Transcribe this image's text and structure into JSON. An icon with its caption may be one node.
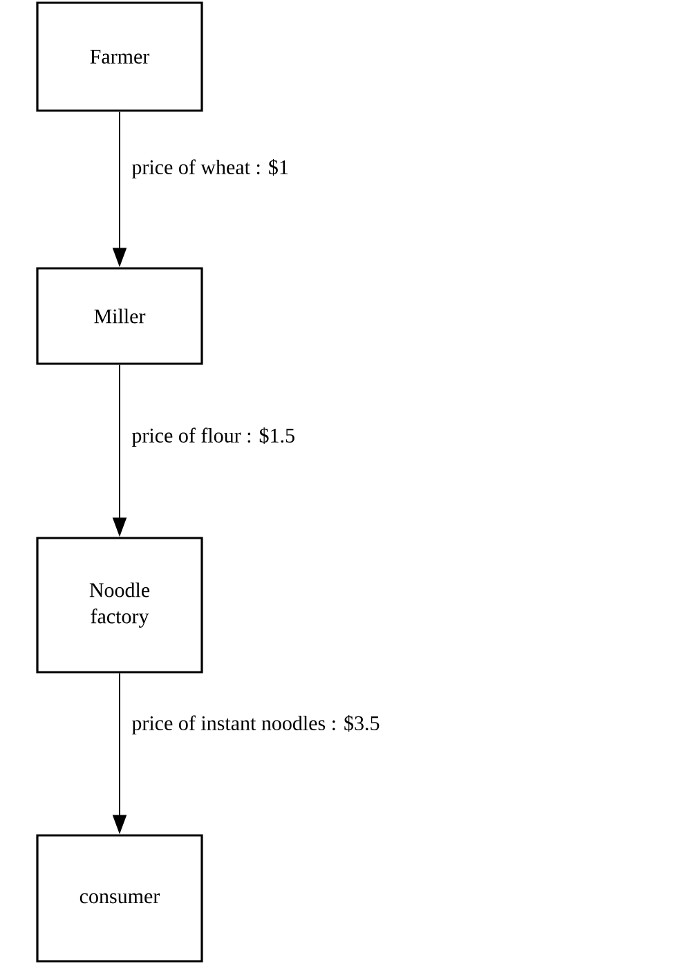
{
  "diagram": {
    "nodes": [
      {
        "text": [
          "Farmer"
        ]
      },
      {
        "text": [
          "Miller"
        ]
      },
      {
        "text": [
          "Noodle factory"
        ]
      },
      {
        "text": [
          "consumer"
        ]
      }
    ],
    "edges": [
      {
        "from": 0,
        "to": 1,
        "arrow": "to",
        "label": "price of wheat : $1"
      },
      {
        "from": 1,
        "to": 2,
        "arrow": "to",
        "label": "price of flour : $1.5"
      },
      {
        "from": 2,
        "to": 3,
        "arrow": "to",
        "label": "price of instant noodles : $3.5"
      }
    ]
  }
}
